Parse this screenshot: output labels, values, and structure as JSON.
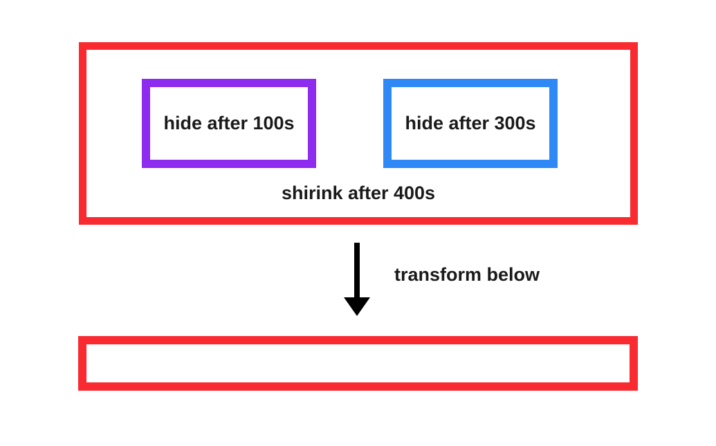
{
  "diagram": {
    "before_container": {
      "label": "shirink after 400s",
      "border_color": "#f92a30"
    },
    "boxes": [
      {
        "label": "hide after 100s",
        "border_color": "#8d2bee"
      },
      {
        "label": "hide after 300s",
        "border_color": "#2e89f7"
      }
    ],
    "transition": {
      "arrow_icon": "down-arrow-icon",
      "label": "transform below"
    },
    "after_container": {
      "label": "",
      "border_color": "#f92a30"
    }
  },
  "colors": {
    "red": "#f92a30",
    "purple": "#8d2bee",
    "blue": "#2e89f7",
    "arrow": "#000000",
    "text": "#1a1a1a",
    "background": "#ffffff"
  }
}
